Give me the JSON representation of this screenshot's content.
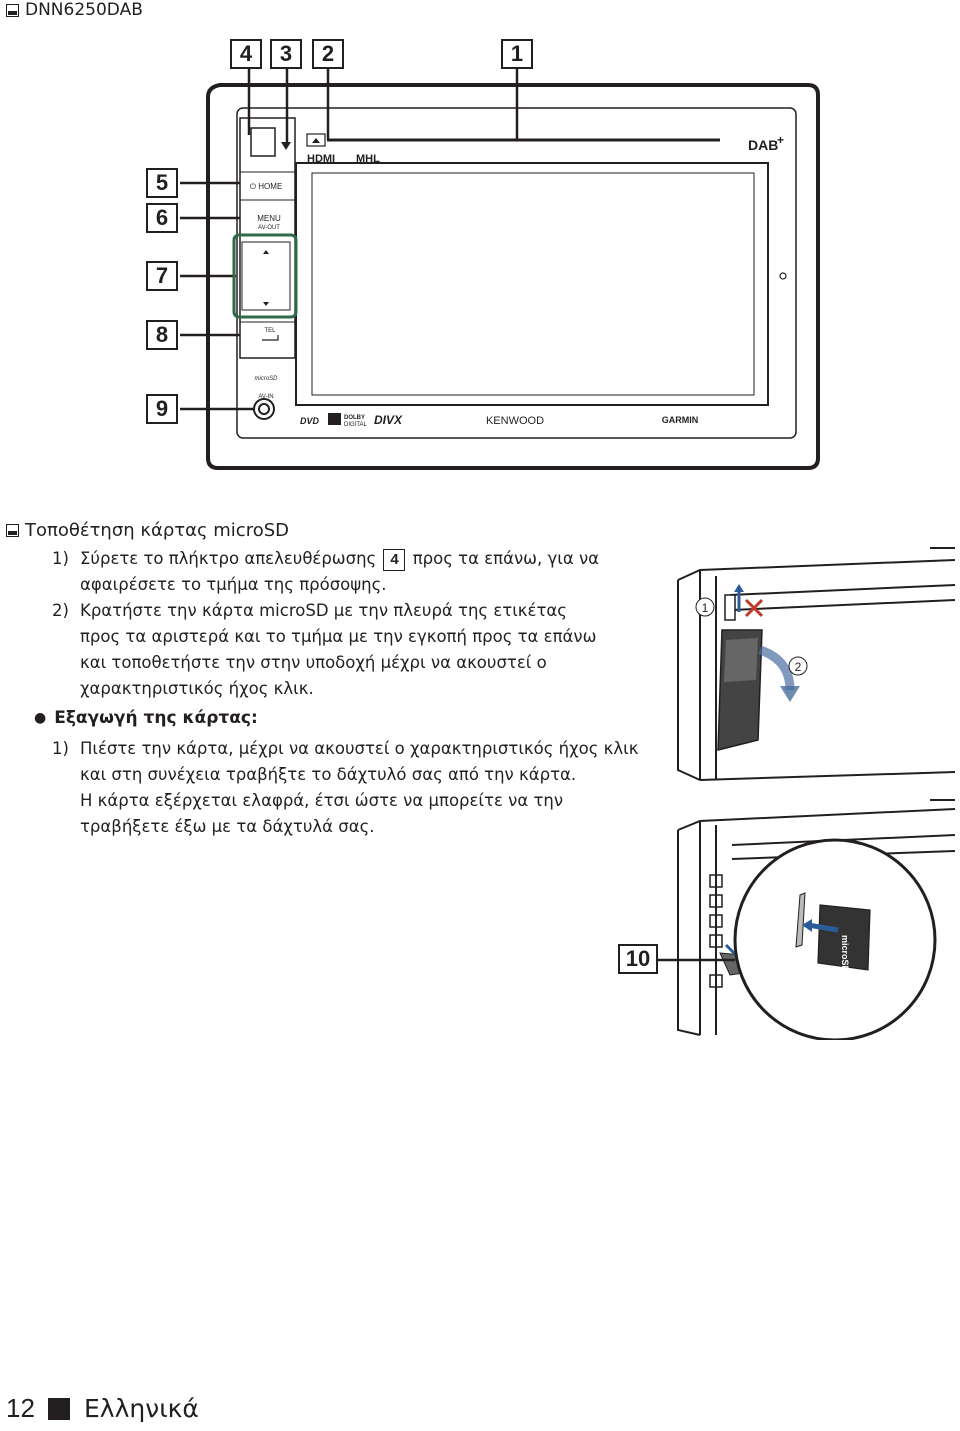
{
  "header": {
    "model": "DNN6250DAB"
  },
  "diagram": {
    "callouts": [
      "4",
      "3",
      "2",
      "1",
      "5",
      "6",
      "7",
      "8",
      "9",
      "10"
    ],
    "buttons": {
      "home": "HOME",
      "menu": "MENU",
      "av_out": "AV-OUT",
      "tel": "TEL",
      "av_in": "AV-IN"
    },
    "logos": {
      "hdmi": "HDMI",
      "mhl": "MHL",
      "dab": "DAB",
      "dab_plus": "+",
      "dvd": "DVD",
      "dolby_line1": "DOLBY",
      "dolby_line2": "DIGITAL",
      "divx": "DIVX",
      "kenwood": "KENWOOD",
      "garmin": "GARMIN",
      "micro_sd": "microSD"
    },
    "step_markers": [
      "1",
      "2"
    ]
  },
  "section": {
    "title": "Τοποθέτηση κάρτας microSD",
    "steps": [
      {
        "num": "1)",
        "before": "Σύρετε το πλήκτρο απελευθέρωσης",
        "ref": "4",
        "after": "προς τα επάνω, για να",
        "line2": "αφαιρέσετε το τμήμα της πρόσοψης."
      },
      {
        "num": "2)",
        "line1": "Κρατήστε την κάρτα microSD με την πλευρά της ετικέτας",
        "line2": "προς τα αριστερά και το τμήμα με την εγκοπή προς τα επάνω",
        "line3": "και τοποθετήστε την στην υποδοχή μέχρι να ακουστεί ο",
        "line4": "χαρακτηριστικός ήχος κλικ."
      }
    ],
    "eject_title": "Εξαγωγή της κάρτας:",
    "eject_steps": [
      {
        "num": "1)",
        "line1": "Πιέστε την κάρτα, μέχρι να ακουστεί ο χαρακτηριστικός ήχος κλικ",
        "line2": "και στη συνέχεια τραβήξτε το δάχτυλό σας από την κάρτα.",
        "line3": "Η κάρτα εξέρχεται ελαφρά, έτσι ώστε να μπορείτε να την",
        "line4": "τραβήξετε έξω με τα δάχτυλά σας."
      }
    ]
  },
  "footer": {
    "page": "12",
    "language": "Ελληνικά"
  }
}
